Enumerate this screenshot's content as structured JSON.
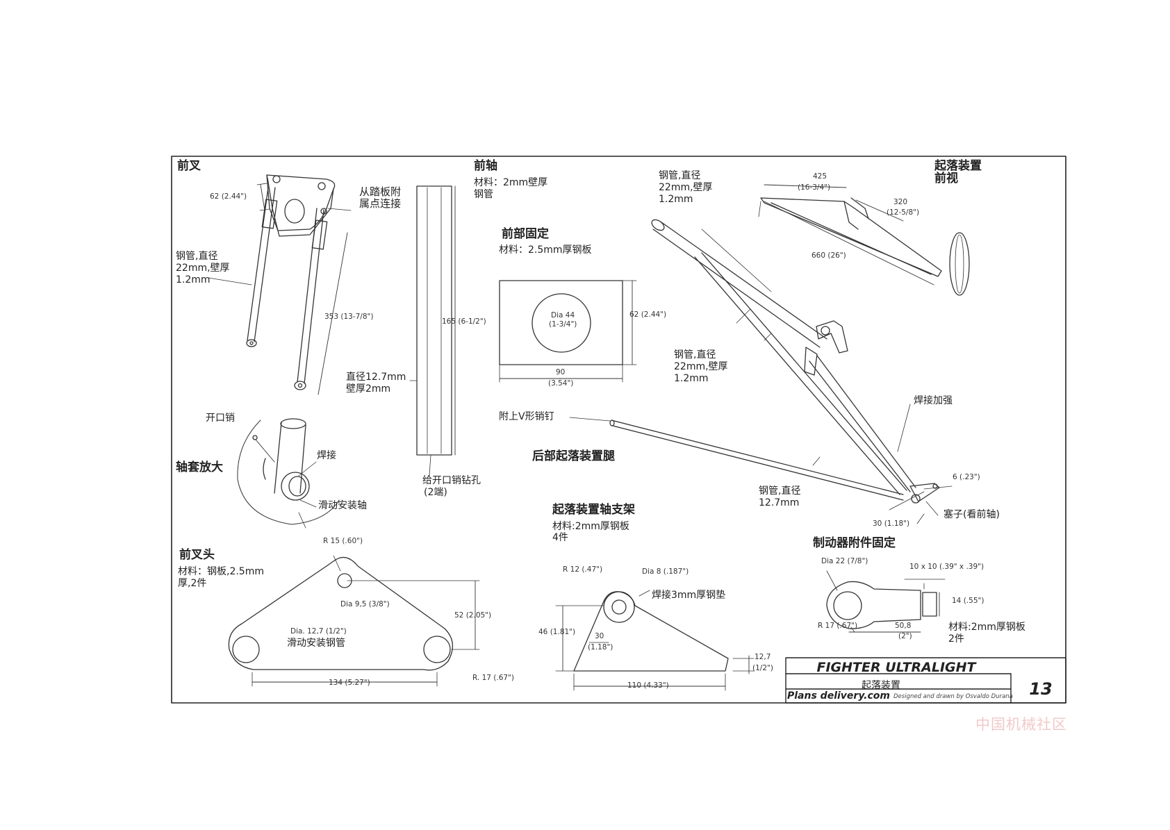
{
  "titles": {
    "front_fork": "前叉",
    "front_axle": "前轴",
    "front_fix": "前部固定",
    "gear_front_view_l1": "起落装置",
    "gear_front_view_l2": "前视",
    "rear_leg": "后部起落装置腿",
    "bushing_enlarged": "轴套放大",
    "fork_head": "前叉头",
    "axle_bracket": "起落装置轴支架",
    "brake_fix": "制动器附件固定"
  },
  "labels": {
    "from_pedal_l1": "从踏板附",
    "from_pedal_l2": "属点连接",
    "tube_l1": "钢管,直径",
    "tube_l2": "22mm,壁厚",
    "tube_l3": "1.2mm",
    "axle_mat_l1": "材料：2mm壁厚",
    "axle_mat_l2": "钢管",
    "axle_dia_l1": "直径12.7mm",
    "axle_dia_l2": "壁厚2mm",
    "drill_l1": "给开口销钻孔",
    "drill_l2": "(2端)",
    "fix_mat": "材料：2.5mm厚钢板",
    "cotter_pin": "开口销",
    "weld": "焊接",
    "slide_axle": "滑动安装轴",
    "v_pin": "附上V形销钉",
    "rear_tube_a_l1": "钢管,直径",
    "rear_tube_a_l2": "22mm,壁厚",
    "rear_tube_a_l3": "1.2mm",
    "rear_tube_b_l1": "钢管,直径",
    "rear_tube_b_l2": "22mm,壁厚",
    "rear_tube_b_l3": "1.2mm",
    "weld_reinforce": "焊接加强",
    "rear_tube_c_l1": "钢管,直径",
    "rear_tube_c_l2": "12.7mm",
    "plug": "塞子(看前轴)",
    "head_mat_l1": "材料：钢板,2.5mm",
    "head_mat_l2": "厚,2件",
    "slide_tube": "滑动安装钢管",
    "bracket_mat_l1": "材料:2mm厚钢板",
    "bracket_mat_l2": "4件",
    "weld_washer": "焊接3mm厚钢垫",
    "brake_mat_l1": "材料:2mm厚钢板",
    "brake_mat_l2": "2件"
  },
  "dims": {
    "d62_fork": "62 (2.44\")",
    "d353": "353 (13-7/8\")",
    "d165": "165 (6-1/2\")",
    "dia44_l1": "Dia 44",
    "dia44_l2": "(1-3/4\")",
    "d62_plate": "62 (2.44\")",
    "d90_l1": "90",
    "d90_l2": "(3.54\")",
    "d425_l1": "425",
    "d425_l2": "(16-3/4\")",
    "d320_l1": "320",
    "d320_l2": "(12-5/8\")",
    "d660": "660 (26\")",
    "d6": "6 (.23\")",
    "d30_rear": "30 (1.18\")",
    "r15": "R 15 (.60\")",
    "dia95": "Dia 9,5 (3/8\")",
    "d52": "52 (2.05\")",
    "dia127": "Dia. 12,7 (1/2\")",
    "d134": "134 (5.27\")",
    "r17_head": "R. 17 (.67\")",
    "r12": "R 12 (.47\")",
    "dia8": "Dia 8 (.187\")",
    "d46": "46 (1.81\")",
    "d30_l1": "30",
    "d30_l2": "(1.18\")",
    "d127_l1": "12,7",
    "d127_l2": "(1/2\")",
    "d110": "110 (4.33\")",
    "dia22": "Dia 22 (7/8\")",
    "d10x10": "10 x 10 (.39\" x .39\")",
    "d14": "14 (.55\")",
    "r17_brake": "R 17 (.67\")",
    "d508_l1": "50,8",
    "d508_l2": "(2\")"
  },
  "title_block": {
    "title": "FIGHTER ULTRALIGHT",
    "subtitle": "起落装置",
    "website": "Plans delivery.com",
    "credit": "Designed and drawn by Osvaldo Durana",
    "sheet": "13"
  },
  "watermark": "中国机械社区"
}
